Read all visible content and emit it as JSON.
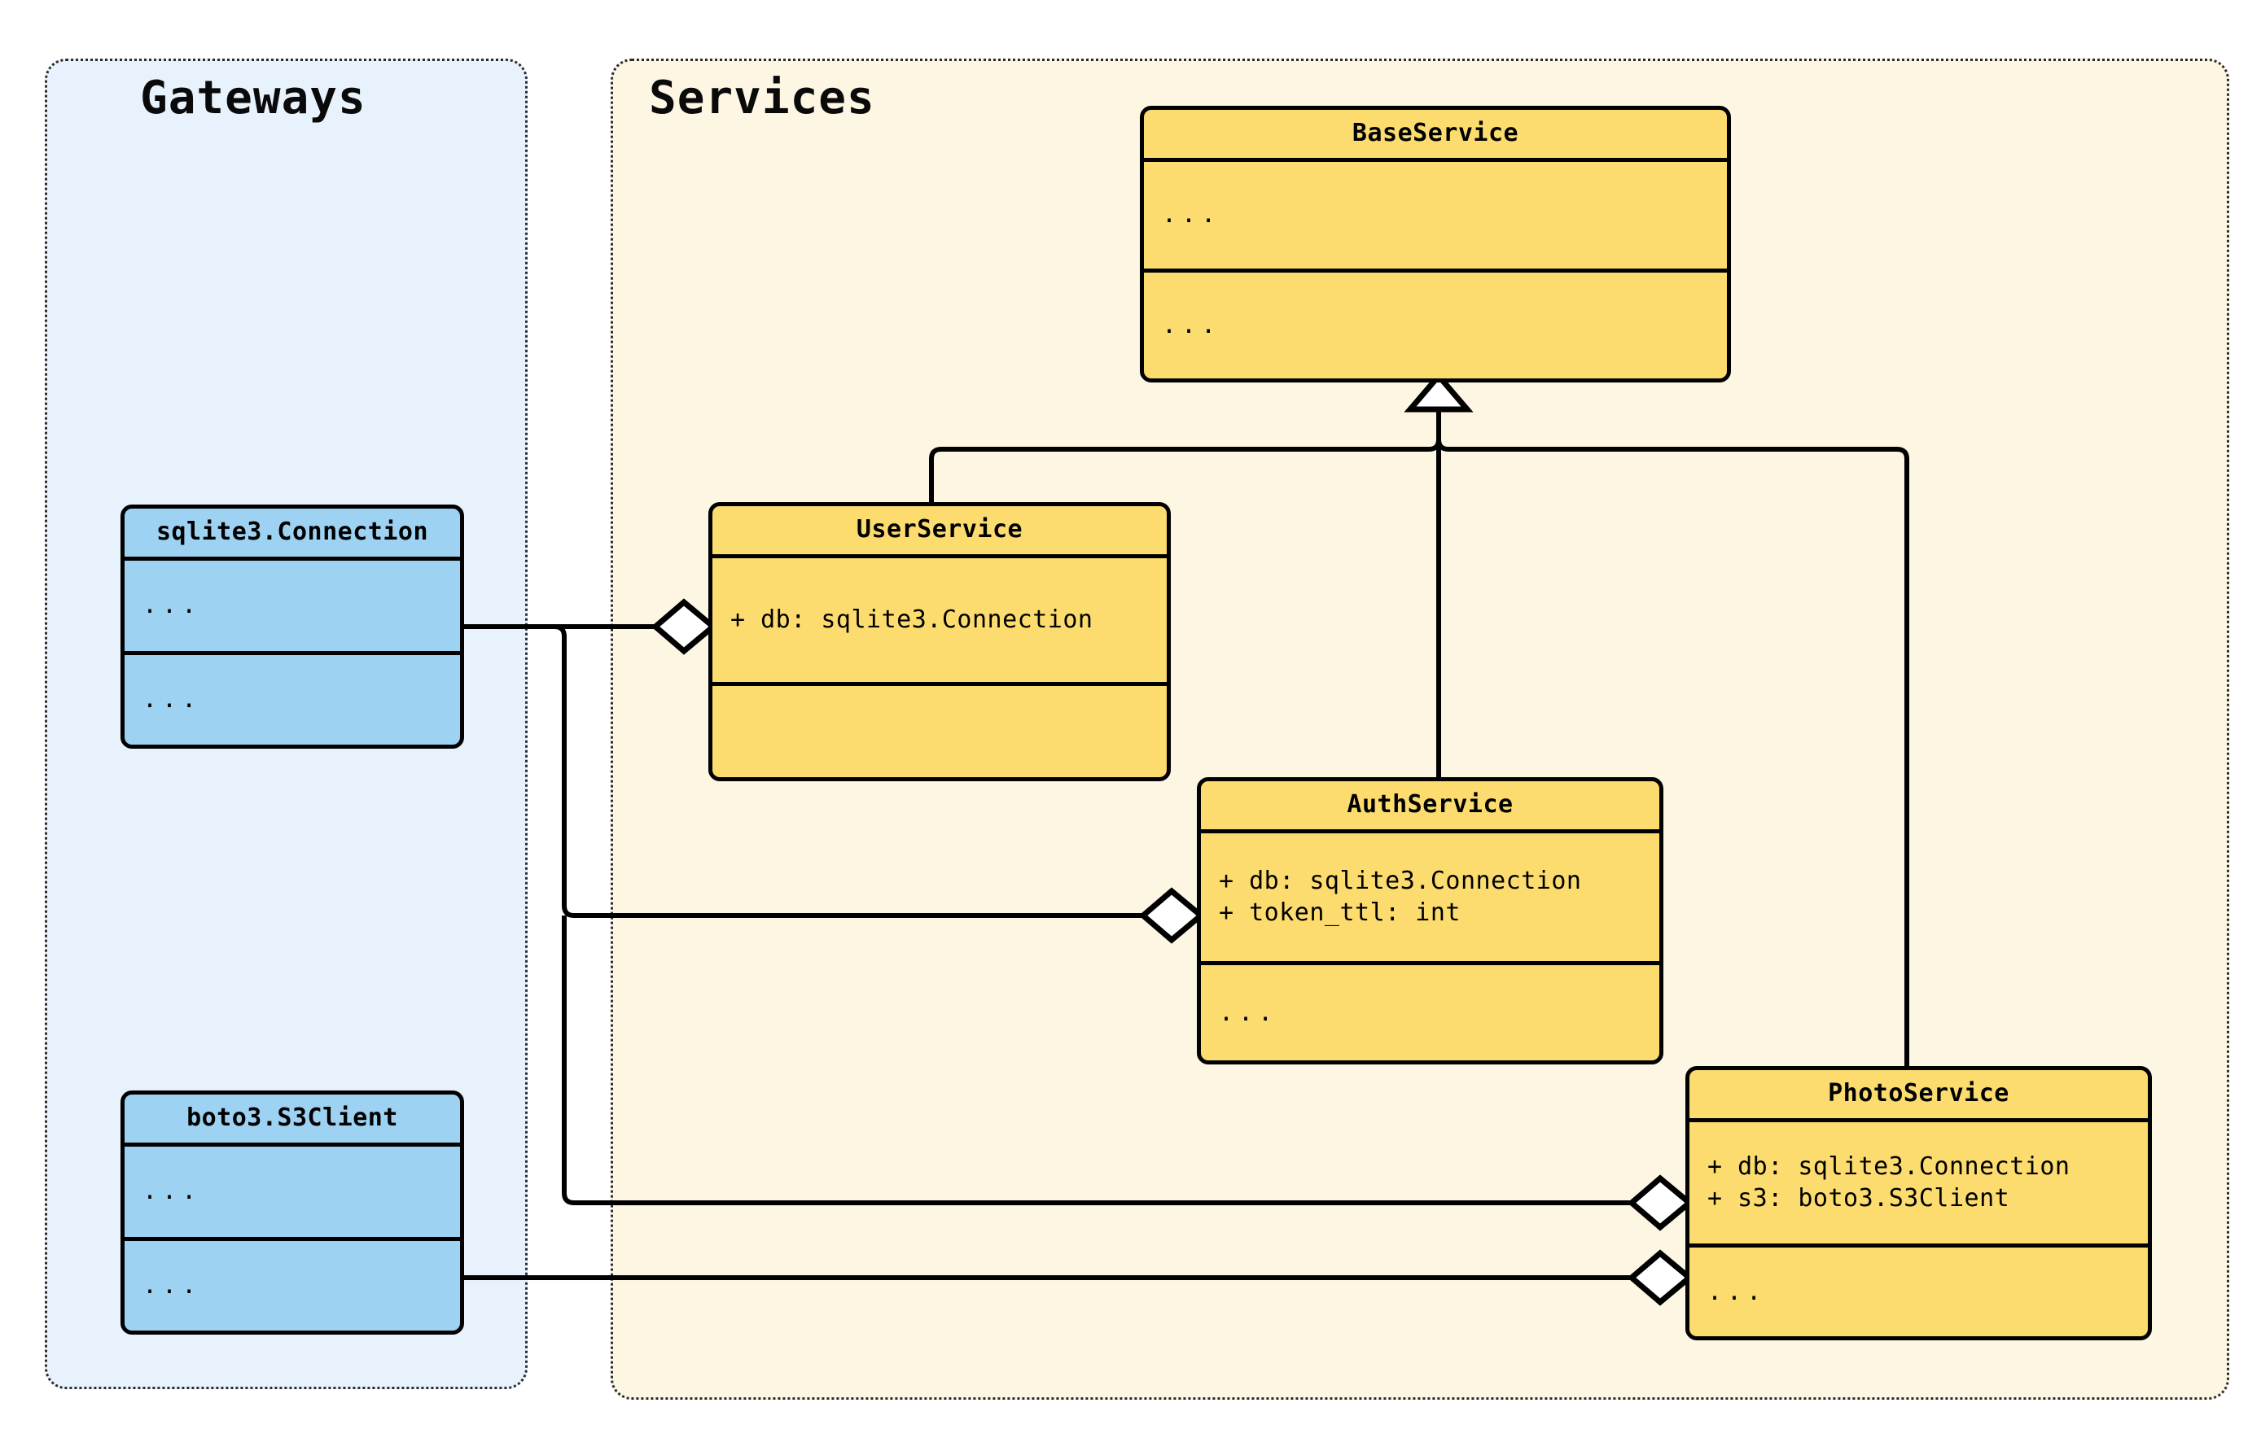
{
  "diagram": {
    "type": "uml-class-diagram",
    "background": "#ffffff",
    "packages": [
      {
        "id": "gateways",
        "title": "Gateways",
        "fill": "#e8f2fd",
        "border": "#2b2b2b"
      },
      {
        "id": "services",
        "title": "Services",
        "fill": "#fdf6e3",
        "border": "#2b2b2b"
      }
    ],
    "colors": {
      "gateway_class_fill": "#9ed2f2",
      "service_class_fill": "#fcdc6e",
      "class_stroke": "#000000",
      "edge_stroke": "#000000"
    },
    "classes": [
      {
        "id": "sqlite3-connection",
        "name": "sqlite3.Connection",
        "package": "gateways",
        "fill": "#9ed2f2",
        "attributes": [
          "..."
        ],
        "methods": [
          "..."
        ]
      },
      {
        "id": "boto3-s3client",
        "name": "boto3.S3Client",
        "package": "gateways",
        "fill": "#9ed2f2",
        "attributes": [
          "..."
        ],
        "methods": [
          "..."
        ]
      },
      {
        "id": "baseservice",
        "name": "BaseService",
        "package": "services",
        "fill": "#fcdc6e",
        "attributes": [
          "..."
        ],
        "methods": [
          "..."
        ]
      },
      {
        "id": "userservice",
        "name": "UserService",
        "package": "services",
        "fill": "#fcdc6e",
        "attributes": [
          "+ db: sqlite3.Connection"
        ],
        "methods": [
          ""
        ]
      },
      {
        "id": "authservice",
        "name": "AuthService",
        "package": "services",
        "fill": "#fcdc6e",
        "attributes": [
          "+ db: sqlite3.Connection",
          "+ token_ttl: int"
        ],
        "methods": [
          "..."
        ]
      },
      {
        "id": "photoservice",
        "name": "PhotoService",
        "package": "services",
        "fill": "#fcdc6e",
        "attributes": [
          "+ db: sqlite3.Connection",
          "+ s3: boto3.S3Client"
        ],
        "methods": [
          "..."
        ]
      }
    ],
    "relationships": [
      {
        "kind": "generalization",
        "from": "userservice",
        "to": "baseservice",
        "marker": "hollow-triangle"
      },
      {
        "kind": "generalization",
        "from": "authservice",
        "to": "baseservice",
        "marker": "hollow-triangle"
      },
      {
        "kind": "generalization",
        "from": "photoservice",
        "to": "baseservice",
        "marker": "hollow-triangle"
      },
      {
        "kind": "aggregation",
        "from": "sqlite3-connection",
        "to": "userservice",
        "marker": "hollow-diamond"
      },
      {
        "kind": "aggregation",
        "from": "sqlite3-connection",
        "to": "authservice",
        "marker": "hollow-diamond"
      },
      {
        "kind": "aggregation",
        "from": "sqlite3-connection",
        "to": "photoservice",
        "marker": "hollow-diamond"
      },
      {
        "kind": "aggregation",
        "from": "boto3-s3client",
        "to": "photoservice",
        "marker": "hollow-diamond"
      }
    ]
  }
}
